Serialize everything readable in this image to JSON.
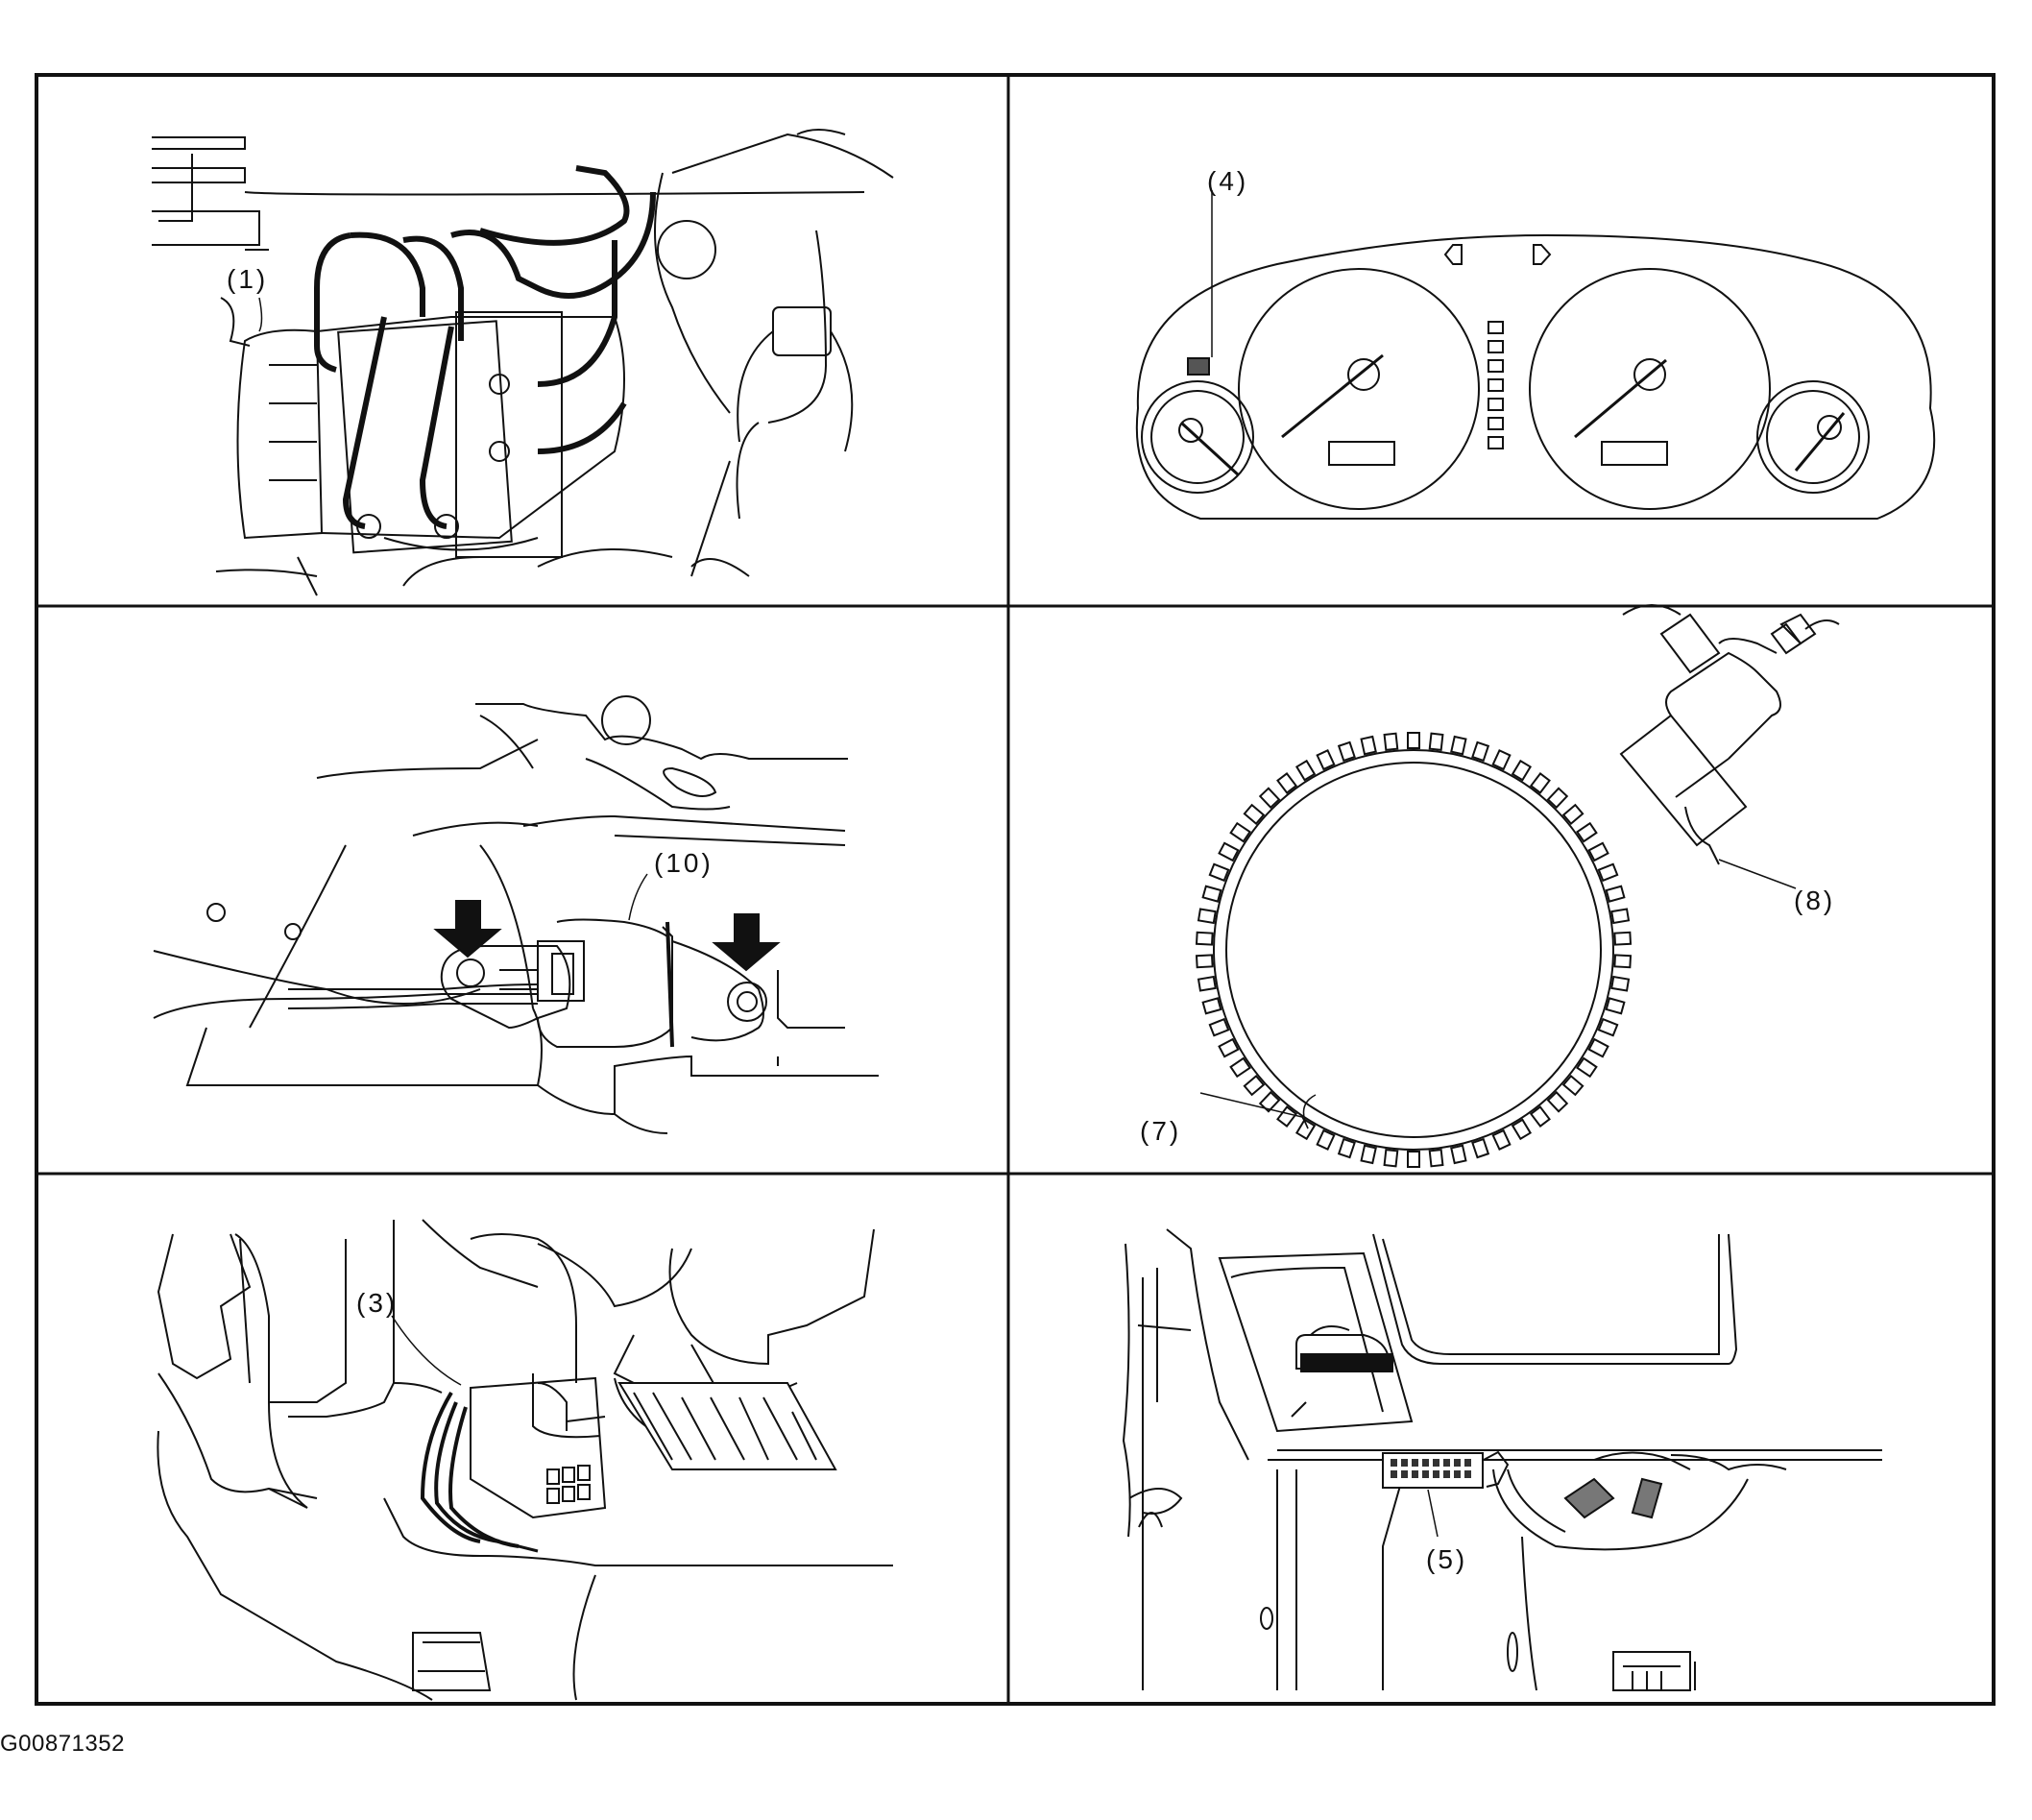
{
  "figure": {
    "code": "G00871352",
    "panels": [
      {
        "id": "abs-unit",
        "callouts": [
          "(1)"
        ]
      },
      {
        "id": "combination-meter",
        "callouts": [
          "(4)"
        ]
      },
      {
        "id": "sensor-bracket",
        "callouts": [
          "(10)"
        ]
      },
      {
        "id": "tone-wheel-sensor",
        "callouts": [
          "(8)",
          "(7)"
        ]
      },
      {
        "id": "harness-connector",
        "callouts": [
          "(3)"
        ]
      },
      {
        "id": "data-link-connector",
        "callouts": [
          "(5)"
        ]
      }
    ]
  }
}
